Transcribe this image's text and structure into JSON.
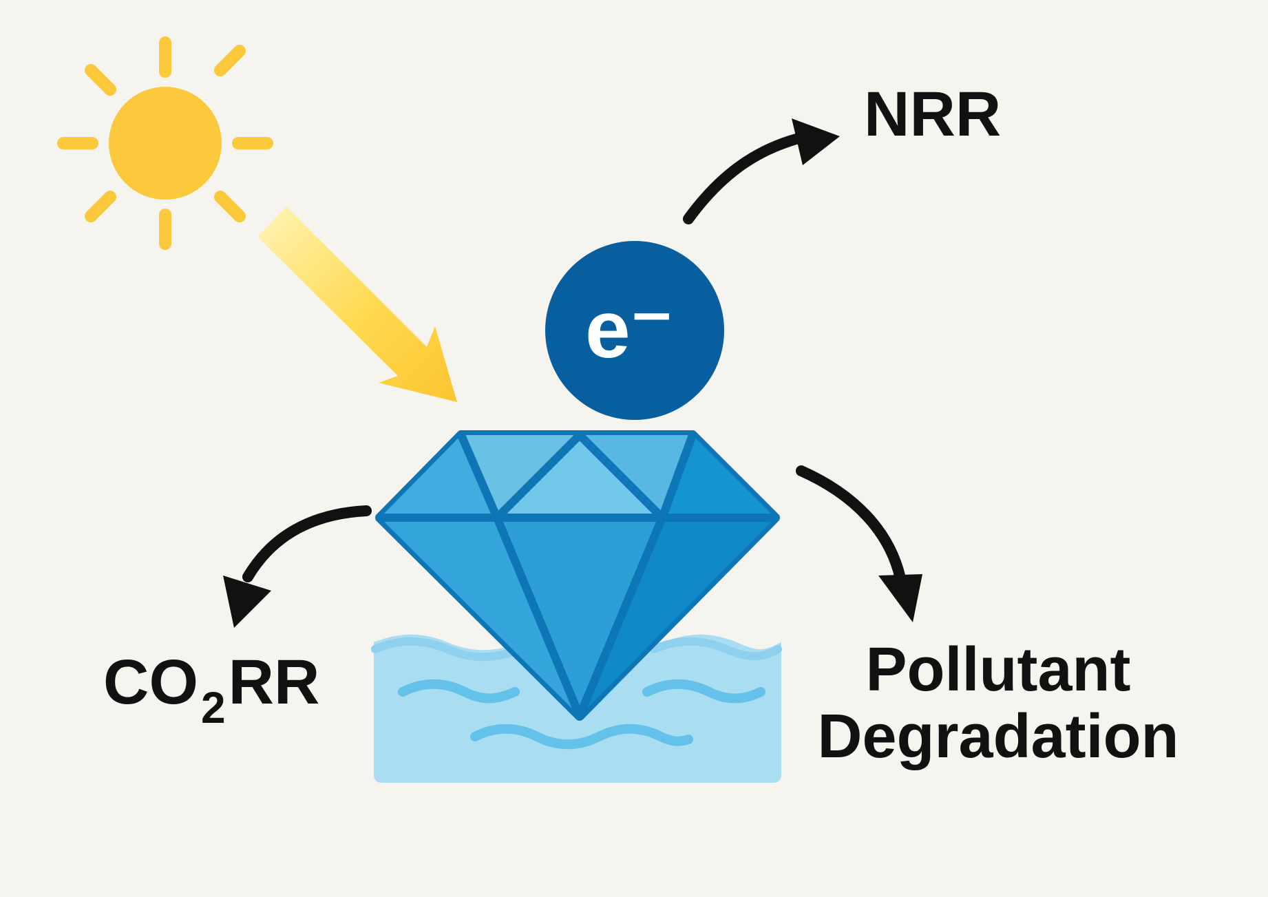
{
  "labels": {
    "nrr": "NRR",
    "co2rr_prefix": "CO",
    "co2rr_subscript": "2",
    "co2rr_suffix": "RR",
    "pollutant_line1": "Pollutant",
    "pollutant_line2": "Degradation",
    "electron": "e⁻"
  },
  "colors": {
    "background": "#f6f4ef",
    "sun": "#fbc93b",
    "electron_circle": "#075f9f",
    "diamond_light": "#67bfe5",
    "diamond_mid": "#2c9ed5",
    "diamond_dark": "#0e79b8",
    "water": "#a9def2",
    "arrow": "#111111"
  },
  "icons": {
    "sun": "sun-icon",
    "light_beam": "light-beam-arrow",
    "electron": "electron-icon",
    "diamond": "diamond-icon",
    "water": "water-icon"
  }
}
